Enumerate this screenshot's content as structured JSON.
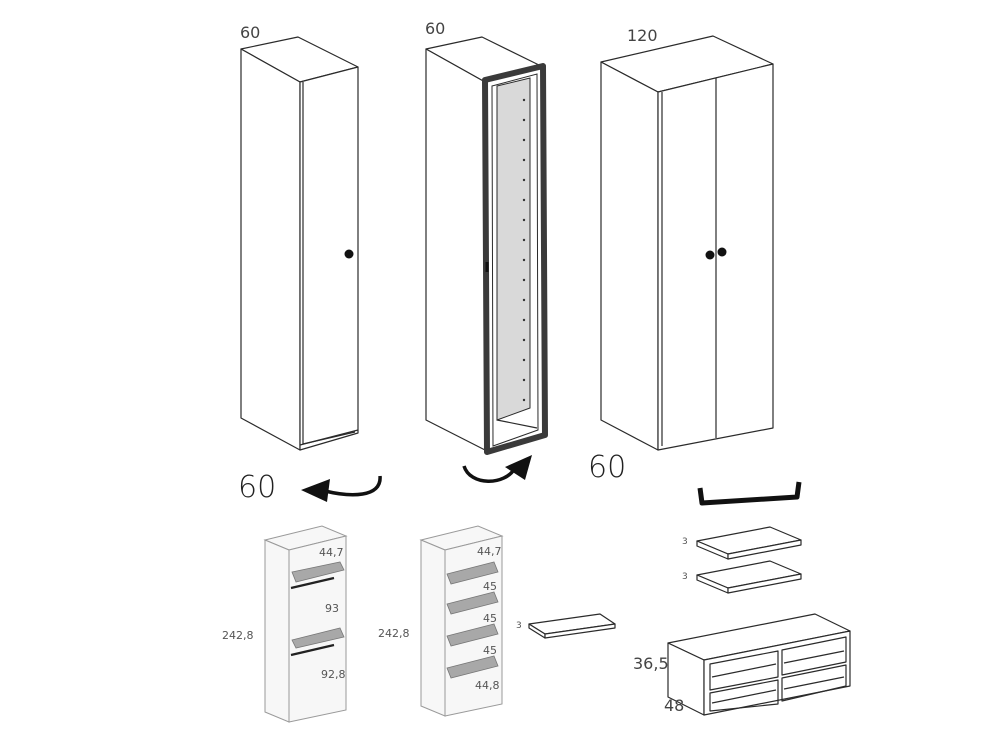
{
  "cabinet_single": {
    "width_label": "60"
  },
  "cabinet_glass": {
    "width_label": "60"
  },
  "cabinet_double": {
    "width_label": "120"
  },
  "swing_left": {
    "label": "60"
  },
  "swing_right": {
    "label": "60"
  },
  "interior_a": {
    "height": "242,8",
    "top": "44,7",
    "middle": "93",
    "bottom": "92,8"
  },
  "interior_b": {
    "height": "242,8",
    "s1": "44,7",
    "s2": "45",
    "s3": "45",
    "s4": "45",
    "s5": "44,8"
  },
  "loose_shelf": {
    "thickness": "3"
  },
  "shelf_top": {
    "thickness": "3"
  },
  "shelf_bottom": {
    "thickness": "3"
  },
  "drawer_unit": {
    "height": "36,5",
    "depth": "48"
  },
  "colors": {
    "line": "#2b2b2b",
    "shelf": "#a8a8a8",
    "glass": "#d9d9d9",
    "frame": "#3a3a3a",
    "knob": "#111111"
  },
  "icons": {
    "swing_left": "curved-arrow-left-icon",
    "swing_right": "curved-arrow-right-icon",
    "rail": "hanging-rail-icon",
    "knob": "door-knob-icon"
  }
}
